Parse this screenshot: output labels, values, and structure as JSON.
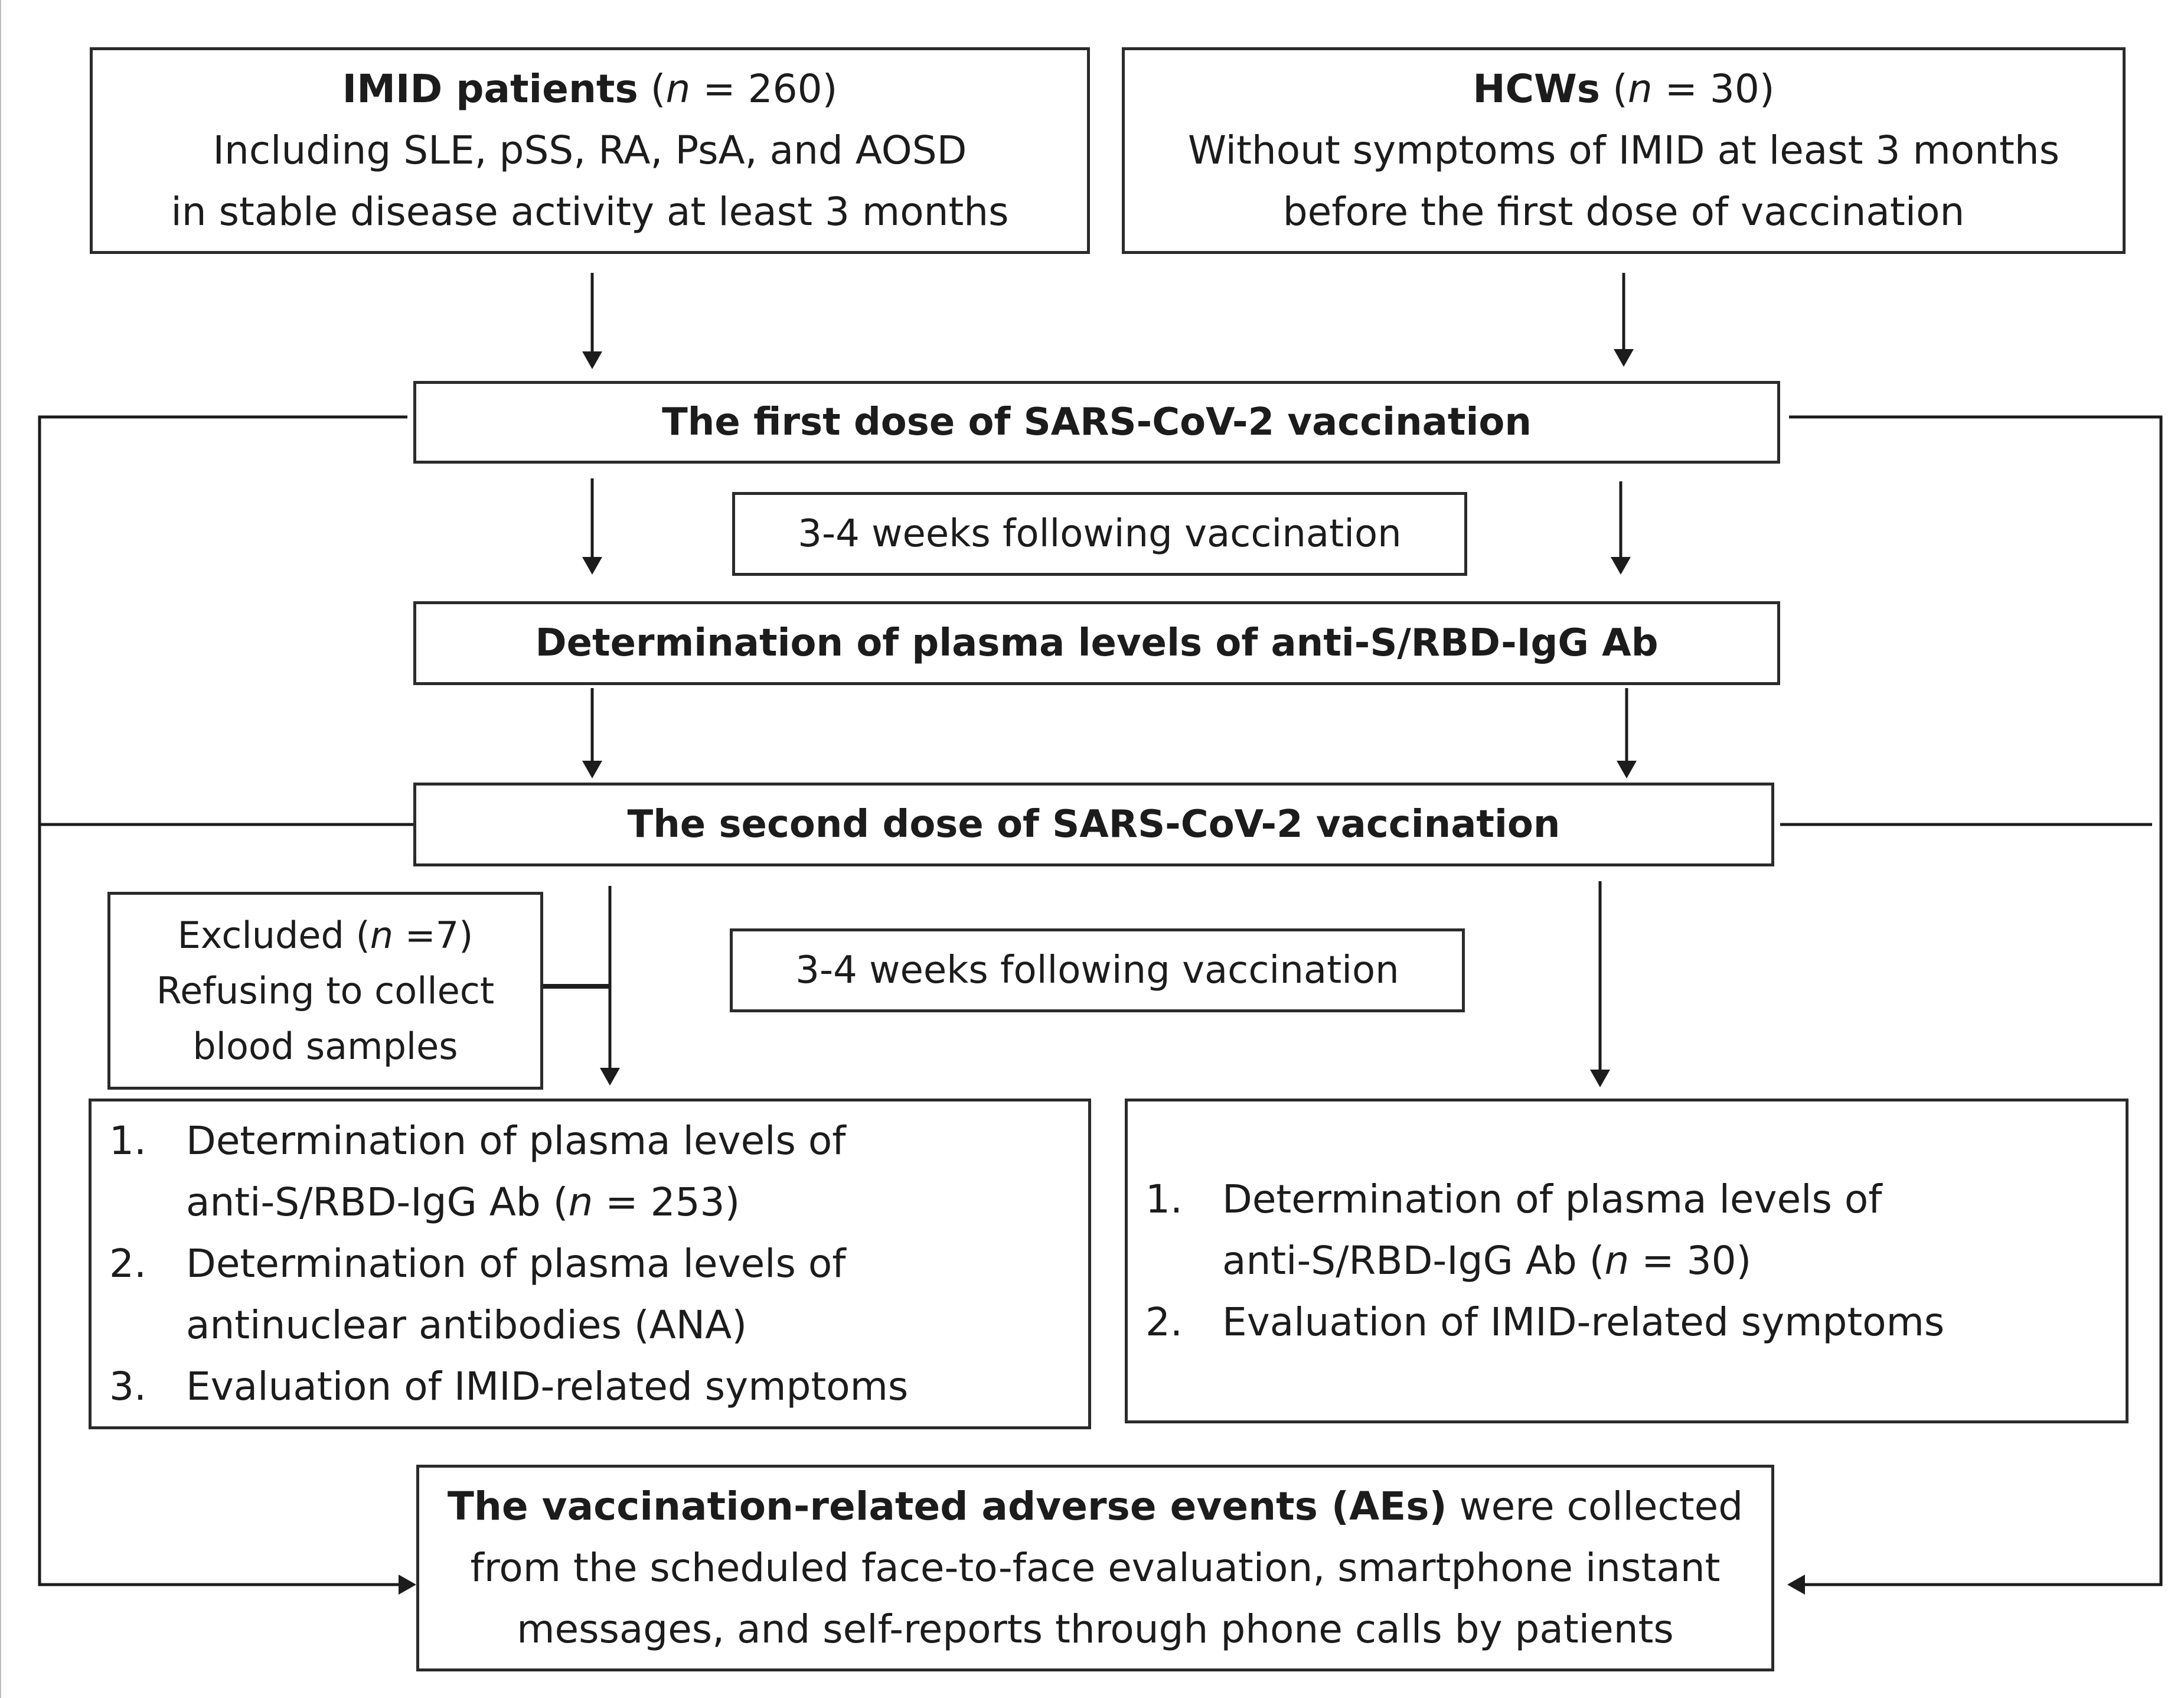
{
  "top_left": {
    "title_bold": "IMID patients",
    "open": " (",
    "n_var": "n",
    "n_rest": " = 260)",
    "line2": "Including SLE, pSS, RA, PsA, and AOSD",
    "line3": "in stable disease activity at least 3 months"
  },
  "top_right": {
    "title_bold": "HCWs",
    "open": " (",
    "n_var": "n",
    "n_rest": " = 30)",
    "line2": "Without symptoms of IMID at least 3 months",
    "line3": "before the first dose of vaccination"
  },
  "first_dose": "The first dose of SARS-CoV-2 vaccination",
  "interval_1": "3-4 weeks following vaccination",
  "determination": "Determination of plasma levels of anti-S/RBD-IgG Ab",
  "second_dose": "The second dose of SARS-CoV-2 vaccination",
  "interval_2": "3-4 weeks following vaccination",
  "excluded": {
    "line1_pre": "Excluded (",
    "n_var": "n",
    "line1_post": " =7)",
    "line2": "Refusing to collect",
    "line3": "blood samples"
  },
  "left_results": [
    {
      "num": "1.",
      "line1": "Determination of plasma levels of",
      "line2_pre": "anti-S/RBD-IgG Ab (",
      "n_var": "n",
      "line2_post": " = 253)"
    },
    {
      "num": "2.",
      "line1": "Determination of plasma levels of",
      "line2": "antinuclear antibodies (ANA)"
    },
    {
      "num": "3.",
      "line1": "Evaluation of IMID-related symptoms"
    }
  ],
  "right_results": [
    {
      "num": "1.",
      "line1": "Determination of plasma levels of",
      "line2_pre": "anti-S/RBD-IgG Ab (",
      "n_var": "n",
      "line2_post": " = 30)"
    },
    {
      "num": "2.",
      "line1": "Evaluation of IMID-related symptoms"
    }
  ],
  "adverse": {
    "bold": "The vaccination-related adverse events (AEs)",
    "rest1": " were collected",
    "line2": "from the scheduled face-to-face evaluation, smartphone instant",
    "line3": "messages, and self-reports through phone calls by patients"
  }
}
